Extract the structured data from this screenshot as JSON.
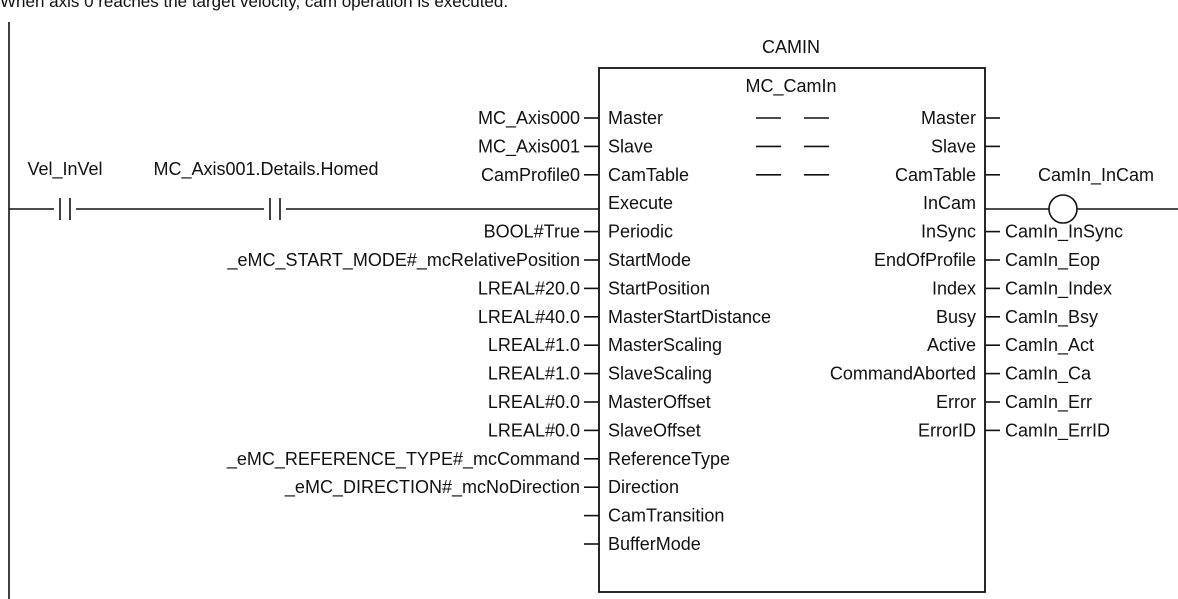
{
  "caption": "When axis 0 reaches the target velocity, cam operation is executed.",
  "contacts": [
    {
      "label": "Vel_InVel"
    },
    {
      "label": "MC_Axis001.Details.Homed"
    }
  ],
  "block": {
    "instance": "CAMIN",
    "type": "MC_CamIn",
    "inputs": [
      {
        "pin": "Master",
        "var": "MC_Axis000",
        "inout": true
      },
      {
        "pin": "Slave",
        "var": "MC_Axis001",
        "inout": true
      },
      {
        "pin": "CamTable",
        "var": "CamProfile0",
        "inout": true
      },
      {
        "pin": "Execute",
        "var": ""
      },
      {
        "pin": "Periodic",
        "var": "BOOL#True"
      },
      {
        "pin": "StartMode",
        "var": "_eMC_START_MODE#_mcRelativePosition"
      },
      {
        "pin": "StartPosition",
        "var": "LREAL#20.0"
      },
      {
        "pin": "MasterStartDistance",
        "var": "LREAL#40.0"
      },
      {
        "pin": "MasterScaling",
        "var": "LREAL#1.0"
      },
      {
        "pin": "SlaveScaling",
        "var": "LREAL#1.0"
      },
      {
        "pin": "MasterOffset",
        "var": "LREAL#0.0"
      },
      {
        "pin": "SlaveOffset",
        "var": "LREAL#0.0"
      },
      {
        "pin": "ReferenceType",
        "var": "_eMC_REFERENCE_TYPE#_mcCommand"
      },
      {
        "pin": "Direction",
        "var": "_eMC_DIRECTION#_mcNoDirection"
      },
      {
        "pin": "CamTransition",
        "var": ""
      },
      {
        "pin": "BufferMode",
        "var": ""
      }
    ],
    "outputs": [
      {
        "pin": "Master",
        "var": ""
      },
      {
        "pin": "Slave",
        "var": ""
      },
      {
        "pin": "CamTable",
        "var": ""
      },
      {
        "pin": "InCam",
        "var": ""
      },
      {
        "pin": "InSync",
        "var": "CamIn_InSync"
      },
      {
        "pin": "EndOfProfile",
        "var": "CamIn_Eop"
      },
      {
        "pin": "Index",
        "var": "CamIn_Index"
      },
      {
        "pin": "Busy",
        "var": "CamIn_Bsy"
      },
      {
        "pin": "Active",
        "var": "CamIn_Act"
      },
      {
        "pin": "CommandAborted",
        "var": "CamIn_Ca"
      },
      {
        "pin": "Error",
        "var": "CamIn_Err"
      },
      {
        "pin": "ErrorID",
        "var": "CamIn_ErrID"
      }
    ]
  },
  "coil": {
    "label": "CamIn_InCam"
  }
}
